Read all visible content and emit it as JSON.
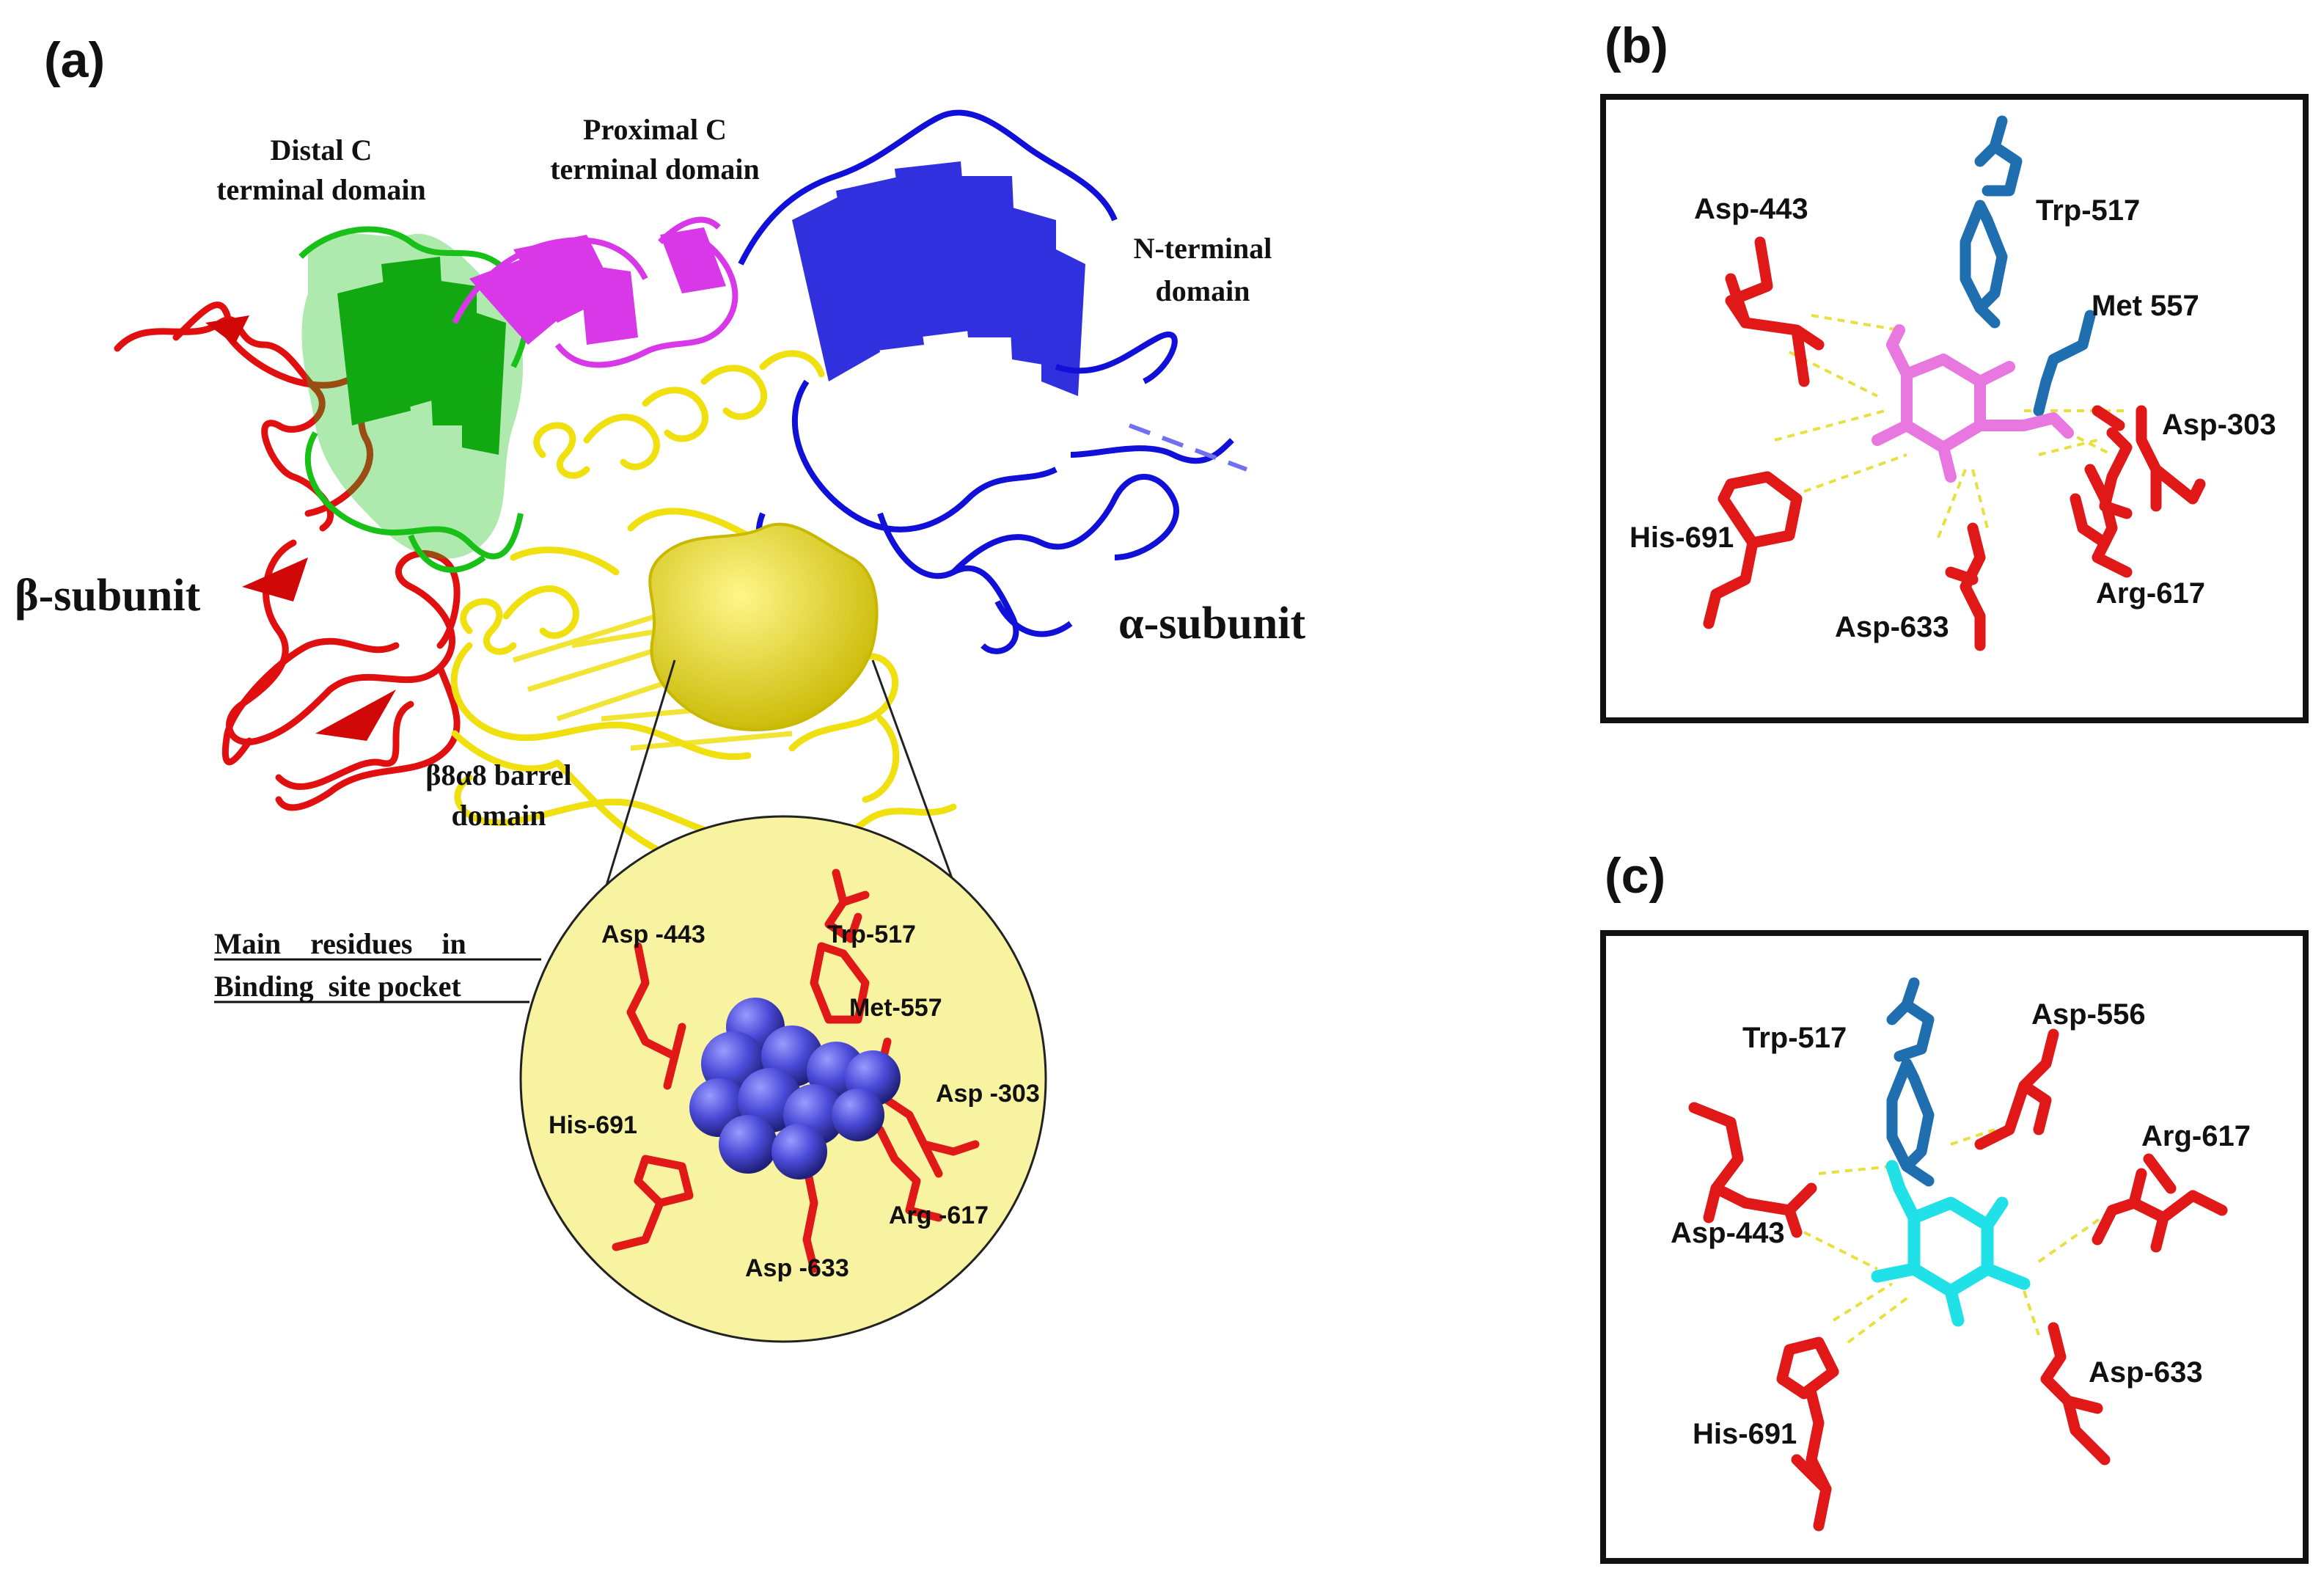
{
  "panel_a": {
    "tag": "(a)",
    "domains": {
      "distal_c_line1": "Distal C",
      "distal_c_line2": "terminal domain",
      "proximal_c_line1": "Proximal C",
      "proximal_c_line2": "terminal domain",
      "n_terminal_line1": "N-terminal",
      "n_terminal_line2": "domain",
      "barrel_line1": "β8α8 barrel",
      "barrel_line2": "domain"
    },
    "subunits": {
      "beta": "β-subunit",
      "alpha": "α-subunit"
    },
    "pocket_caption_line1": "Main    residues    in",
    "pocket_caption_line2": "Binding  site pocket",
    "inset_residues": {
      "asp443": "Asp -443",
      "trp517": "Trp-517",
      "met557": "Met-557",
      "asp303": "Asp -303",
      "his691": "His-691",
      "arg617": "Arg -617",
      "asp633": "Asp -633"
    }
  },
  "panel_b": {
    "tag": "(b)",
    "residues": {
      "asp443": "Asp-443",
      "trp517": "Trp-517",
      "met557": "Met 557",
      "asp303": "Asp-303",
      "his691": "His-691",
      "arg617": "Arg-617",
      "asp633": "Asp-633"
    }
  },
  "panel_c": {
    "tag": "(c)",
    "residues": {
      "trp517": "Trp-517",
      "asp556": "Asp-556",
      "arg617": "Arg-617",
      "asp443": "Asp-443",
      "asp633": "Asp-633",
      "his691": "His-691"
    }
  },
  "colors": {
    "beta_subunit": "#e01010",
    "distal_c": "#18c018",
    "proximal_c": "#d838e8",
    "n_terminal": "#1010d8",
    "barrel": "#f0e010",
    "inset_fill": "#f8f3a0",
    "ligand_sphere": "#4a4ad8",
    "residue_red": "#e01818",
    "residue_blue": "#1f6fb0",
    "ligand_b": "#e878e0",
    "ligand_c": "#20e0e8",
    "hbond": "#e8e040"
  }
}
